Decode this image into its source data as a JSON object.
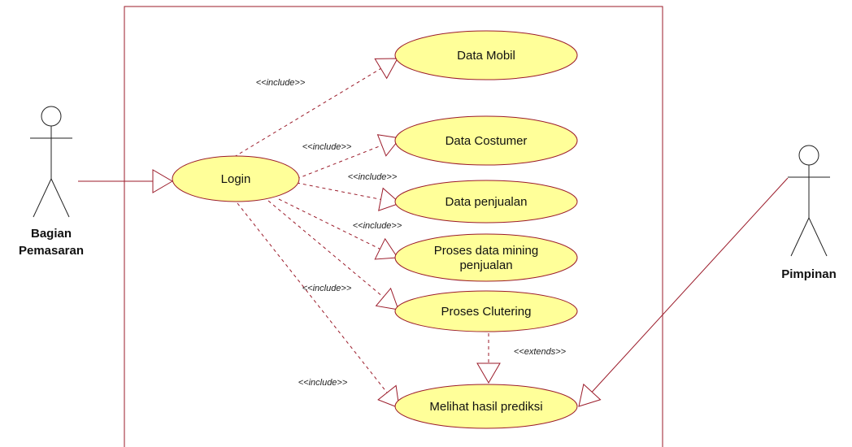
{
  "diagram": {
    "type": "use-case",
    "colors": {
      "line": "#9b1b2a",
      "usecase_fill": "#ffff99",
      "text": "#111111"
    },
    "actors": [
      {
        "id": "bagian",
        "label_lines": [
          "Bagian",
          "Pemasaran"
        ]
      },
      {
        "id": "pimpinan",
        "label_lines": [
          "Pimpinan"
        ]
      }
    ],
    "use_cases": [
      {
        "id": "login",
        "label_lines": [
          "Login"
        ]
      },
      {
        "id": "data_mobil",
        "label_lines": [
          "Data Mobil"
        ]
      },
      {
        "id": "data_costumer",
        "label_lines": [
          "Data Costumer"
        ]
      },
      {
        "id": "data_penjualan",
        "label_lines": [
          "Data penjualan"
        ]
      },
      {
        "id": "proses_mining",
        "label_lines": [
          "Proses data mining",
          "penjualan"
        ]
      },
      {
        "id": "proses_clutering",
        "label_lines": [
          "Proses Clutering"
        ]
      },
      {
        "id": "melihat_hasil",
        "label_lines": [
          "Melihat hasil prediksi"
        ]
      }
    ],
    "relations": [
      {
        "from": "bagian",
        "to": "login",
        "kind": "association"
      },
      {
        "from": "pimpinan",
        "to": "melihat_hasil",
        "kind": "association"
      },
      {
        "from": "login",
        "to": "data_mobil",
        "kind": "include",
        "label": "<<include>>"
      },
      {
        "from": "login",
        "to": "data_costumer",
        "kind": "include",
        "label": "<<include>>"
      },
      {
        "from": "login",
        "to": "data_penjualan",
        "kind": "include",
        "label": "<<include>>"
      },
      {
        "from": "login",
        "to": "proses_mining",
        "kind": "include",
        "label": "<<include>>"
      },
      {
        "from": "login",
        "to": "proses_clutering",
        "kind": "include",
        "label": "<<include>>"
      },
      {
        "from": "login",
        "to": "melihat_hasil",
        "kind": "include",
        "label": "<<include>>"
      },
      {
        "from": "proses_clutering",
        "to": "melihat_hasil",
        "kind": "extend",
        "label": "<<extends>>"
      }
    ]
  }
}
